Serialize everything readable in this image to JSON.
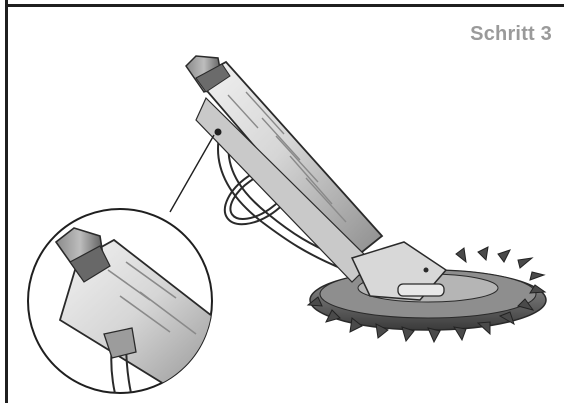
{
  "step": {
    "label": "Schritt 3"
  },
  "colors": {
    "frame": "#1f1f1f",
    "step_label": "#9a9a9a",
    "body_light": "#e6e6e6",
    "body_mid": "#bdbdbd",
    "body_dark": "#7d7d7d",
    "cap_dark": "#5f5f5f",
    "outline": "#2a2a2a"
  },
  "illustration": {
    "subject": "pool-cleaner",
    "detail": "zoom-callout-hose-connector"
  }
}
